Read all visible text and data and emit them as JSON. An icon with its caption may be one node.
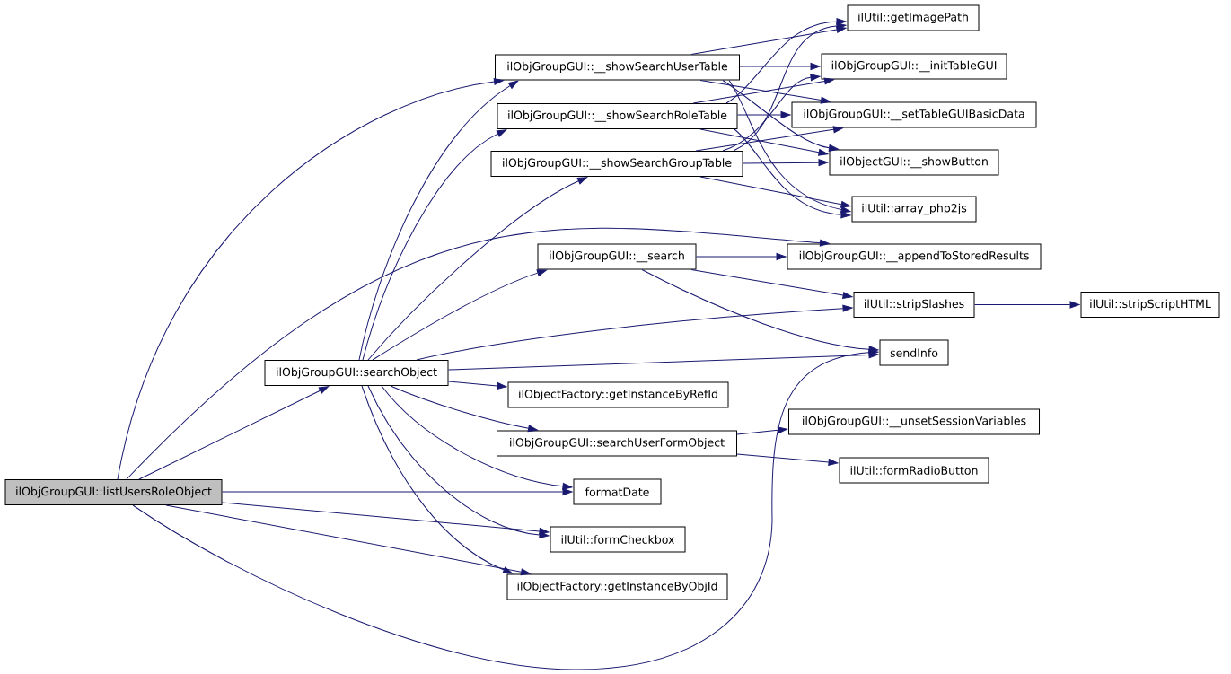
{
  "diagram": {
    "nodes": [
      {
        "text": [
          "ilObjGroupGUI::listUsersRoleObject"
        ]
      },
      {
        "text": [
          "ilObjGroupGUI::searchObject"
        ]
      },
      {
        "text": [
          "ilObjGroupGUI::__showSearchUserTable"
        ]
      },
      {
        "text": [
          "ilObjGroupGUI::__showSearchRoleTable"
        ]
      },
      {
        "text": [
          "ilObjGroupGUI::__showSearchGroupTable"
        ]
      },
      {
        "text": [
          "ilObjGroupGUI::__search"
        ]
      },
      {
        "text": [
          "ilObjectFactory::getInstanceByRefId"
        ]
      },
      {
        "text": [
          "ilObjGroupGUI::searchUserFormObject"
        ]
      },
      {
        "text": [
          "formatDate"
        ]
      },
      {
        "text": [
          "ilUtil::formCheckbox"
        ]
      },
      {
        "text": [
          "ilObjectFactory::getInstanceByObjId"
        ]
      },
      {
        "text": [
          "ilUtil::getImagePath"
        ]
      },
      {
        "text": [
          "ilObjGroupGUI::__initTableGUI"
        ]
      },
      {
        "text": [
          "ilObjGroupGUI::__setTableGUIBasicData"
        ]
      },
      {
        "text": [
          "ilObjectGUI::__showButton"
        ]
      },
      {
        "text": [
          "ilUtil::array_php2js"
        ]
      },
      {
        "text": [
          "ilObjGroupGUI::__appendToStoredResults"
        ]
      },
      {
        "text": [
          "ilUtil::stripSlashes"
        ]
      },
      {
        "text": [
          "sendInfo"
        ]
      },
      {
        "text": [
          "ilObjGroupGUI::__unsetSessionVariables"
        ]
      },
      {
        "text": [
          "ilUtil::formRadioButton"
        ]
      },
      {
        "text": [
          "ilUtil::stripScriptHTML"
        ]
      }
    ],
    "edges": [
      {
        "from": 0,
        "to": 2,
        "arrow": "to"
      },
      {
        "from": 0,
        "to": 16,
        "arrow": "to"
      },
      {
        "from": 0,
        "to": 1,
        "arrow": "to"
      },
      {
        "from": 0,
        "to": 8,
        "arrow": "to"
      },
      {
        "from": 0,
        "to": 9,
        "arrow": "to"
      },
      {
        "from": 0,
        "to": 10,
        "arrow": "to"
      },
      {
        "from": 0,
        "to": 18,
        "arrow": "to"
      },
      {
        "from": 1,
        "to": 2,
        "arrow": "to"
      },
      {
        "from": 1,
        "to": 3,
        "arrow": "to"
      },
      {
        "from": 1,
        "to": 4,
        "arrow": "to"
      },
      {
        "from": 1,
        "to": 5,
        "arrow": "to"
      },
      {
        "from": 1,
        "to": 17,
        "arrow": "to"
      },
      {
        "from": 1,
        "to": 18,
        "arrow": "to"
      },
      {
        "from": 1,
        "to": 6,
        "arrow": "to"
      },
      {
        "from": 1,
        "to": 7,
        "arrow": "to"
      },
      {
        "from": 1,
        "to": 8,
        "arrow": "to"
      },
      {
        "from": 1,
        "to": 9,
        "arrow": "to"
      },
      {
        "from": 1,
        "to": 10,
        "arrow": "to"
      },
      {
        "from": 2,
        "to": 11,
        "arrow": "to"
      },
      {
        "from": 2,
        "to": 12,
        "arrow": "to"
      },
      {
        "from": 2,
        "to": 13,
        "arrow": "to"
      },
      {
        "from": 2,
        "to": 14,
        "arrow": "to"
      },
      {
        "from": 2,
        "to": 15,
        "arrow": "to"
      },
      {
        "from": 3,
        "to": 11,
        "arrow": "to"
      },
      {
        "from": 3,
        "to": 12,
        "arrow": "to"
      },
      {
        "from": 3,
        "to": 13,
        "arrow": "to"
      },
      {
        "from": 3,
        "to": 14,
        "arrow": "to"
      },
      {
        "from": 3,
        "to": 15,
        "arrow": "to"
      },
      {
        "from": 4,
        "to": 11,
        "arrow": "to"
      },
      {
        "from": 4,
        "to": 12,
        "arrow": "to"
      },
      {
        "from": 4,
        "to": 13,
        "arrow": "to"
      },
      {
        "from": 4,
        "to": 14,
        "arrow": "to"
      },
      {
        "from": 4,
        "to": 15,
        "arrow": "to"
      },
      {
        "from": 5,
        "to": 16,
        "arrow": "to"
      },
      {
        "from": 5,
        "to": 17,
        "arrow": "to"
      },
      {
        "from": 5,
        "to": 18,
        "arrow": "to"
      },
      {
        "from": 17,
        "to": 21,
        "arrow": "to"
      },
      {
        "from": 7,
        "to": 19,
        "arrow": "to"
      },
      {
        "from": 7,
        "to": 20,
        "arrow": "to"
      }
    ]
  }
}
